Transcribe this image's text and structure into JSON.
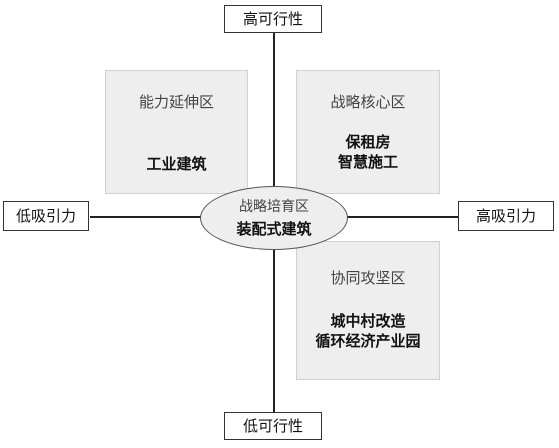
{
  "axes": {
    "top": "高可行性",
    "bottom": "低可行性",
    "left": "低吸引力",
    "right": "高吸引力"
  },
  "quadrants": {
    "top_left": {
      "title": "能力延伸区",
      "items": [
        "工业建筑"
      ]
    },
    "top_right": {
      "title": "战略核心区",
      "items": [
        "保租房",
        "智慧施工"
      ]
    },
    "bottom_right": {
      "title": "协同攻坚区",
      "items": [
        "城中村改造",
        "循环经济产业园"
      ]
    }
  },
  "center": {
    "title": "战略培育区",
    "item": "装配式建筑"
  }
}
